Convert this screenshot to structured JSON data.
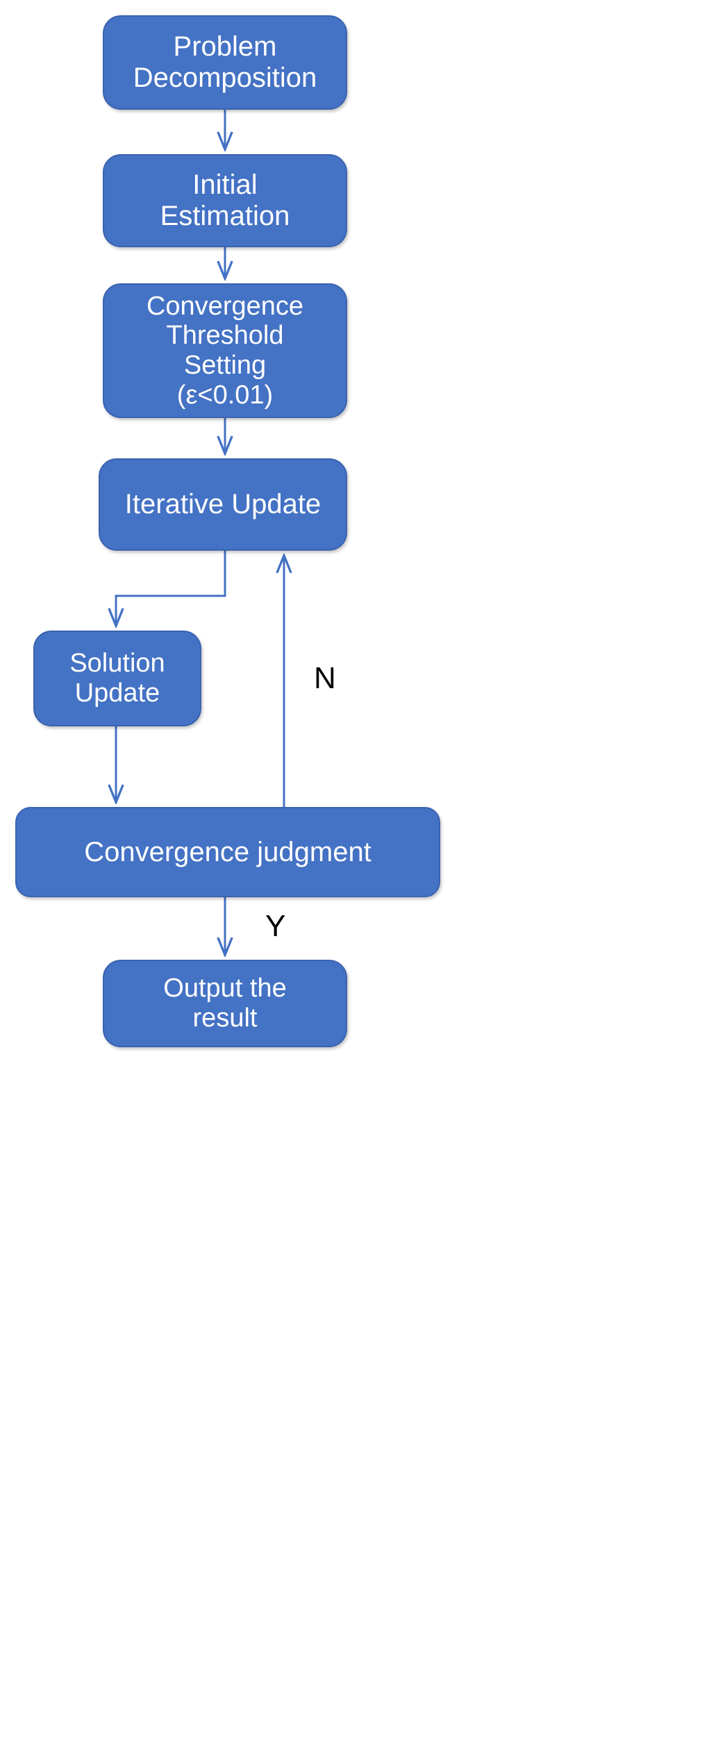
{
  "diagram": {
    "type": "flowchart",
    "title": "",
    "orientation": "top-to-bottom",
    "colors": {
      "node_fill": "#4472C4",
      "node_border": "#3A63B0",
      "node_text": "#FFFFFF",
      "connector": "#4472C4",
      "edge_label_text": "#000000",
      "background": "#FFFFFF"
    },
    "nodes": [
      {
        "id": "problem-decomposition",
        "label": "Problem\nDecomposition"
      },
      {
        "id": "initial-estimation",
        "label": "Initial\nEstimation"
      },
      {
        "id": "convergence-threshold",
        "label": "Convergence\nThreshold\nSetting\n(ε<0.01)"
      },
      {
        "id": "iterative-update",
        "label": "Iterative Update"
      },
      {
        "id": "solution-update",
        "label": "Solution\nUpdate"
      },
      {
        "id": "convergence-judgment",
        "label": "Convergence judgment"
      },
      {
        "id": "output-result",
        "label": "Output the\nresult"
      }
    ],
    "edges": [
      {
        "from": "problem-decomposition",
        "to": "initial-estimation",
        "label": ""
      },
      {
        "from": "initial-estimation",
        "to": "convergence-threshold",
        "label": ""
      },
      {
        "from": "convergence-threshold",
        "to": "iterative-update",
        "label": ""
      },
      {
        "from": "iterative-update",
        "to": "solution-update",
        "label": ""
      },
      {
        "from": "solution-update",
        "to": "convergence-judgment",
        "label": ""
      },
      {
        "from": "convergence-judgment",
        "to": "iterative-update",
        "label": "N"
      },
      {
        "from": "convergence-judgment",
        "to": "output-result",
        "label": "Y"
      }
    ],
    "edge_labels": {
      "no_branch": "N",
      "yes_branch": "Y"
    }
  }
}
